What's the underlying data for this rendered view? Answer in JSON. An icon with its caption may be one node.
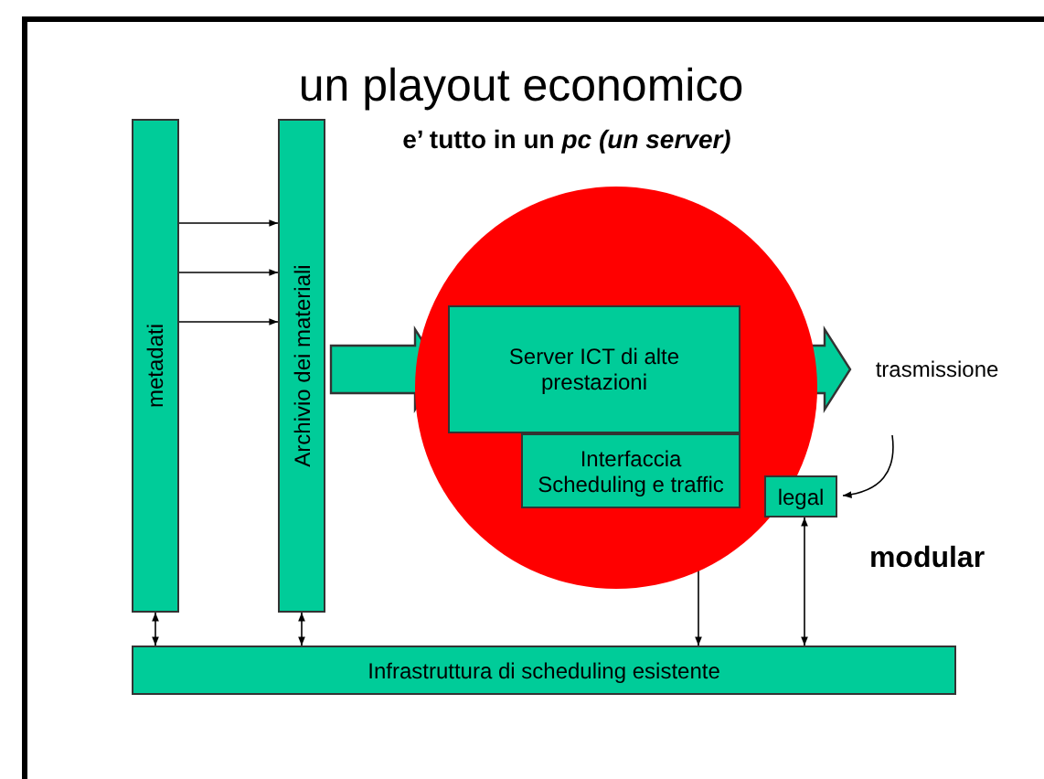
{
  "diagram": {
    "title": "un playout economico",
    "caption": "e’ tutto in un *pc (un server)*",
    "nodes": [
      {
        "text": [
          "metadati"
        ]
      },
      {
        "text": [
          "Archivio dei materiali"
        ]
      },
      {
        "text": [],
        "shape": "circle"
      },
      {
        "text": [
          "Server ICT di alte prestazioni"
        ],
        "in": 2
      },
      {
        "text": [
          "Interfaccia Scheduling e traffic"
        ],
        "in": 2
      },
      {
        "text": [
          "trasmissione"
        ]
      },
      {
        "text": [
          "legal"
        ]
      },
      {
        "text": [
          "Infrastruttura di scheduling esistente"
        ]
      }
    ],
    "edges": [
      {
        "from": 0,
        "to": 1,
        "arrow": "to"
      },
      {
        "from": 0,
        "to": 1,
        "arrow": "to"
      },
      {
        "from": 0,
        "to": 1,
        "arrow": "to"
      },
      {
        "from": 1,
        "to": 3,
        "arrow": "to",
        "style": "thick"
      },
      {
        "from": 3,
        "to": 5,
        "arrow": "to",
        "style": "thick"
      },
      {
        "from": 5,
        "to": 6,
        "arrow": "to"
      },
      {
        "from": 0,
        "to": 7,
        "arrow": "both"
      },
      {
        "from": 1,
        "to": 7,
        "arrow": "both"
      },
      {
        "from": 4,
        "to": 7,
        "arrow": "both"
      },
      {
        "from": 6,
        "to": 7,
        "arrow": "both"
      }
    ],
    "labels": [
      "modular"
    ]
  }
}
